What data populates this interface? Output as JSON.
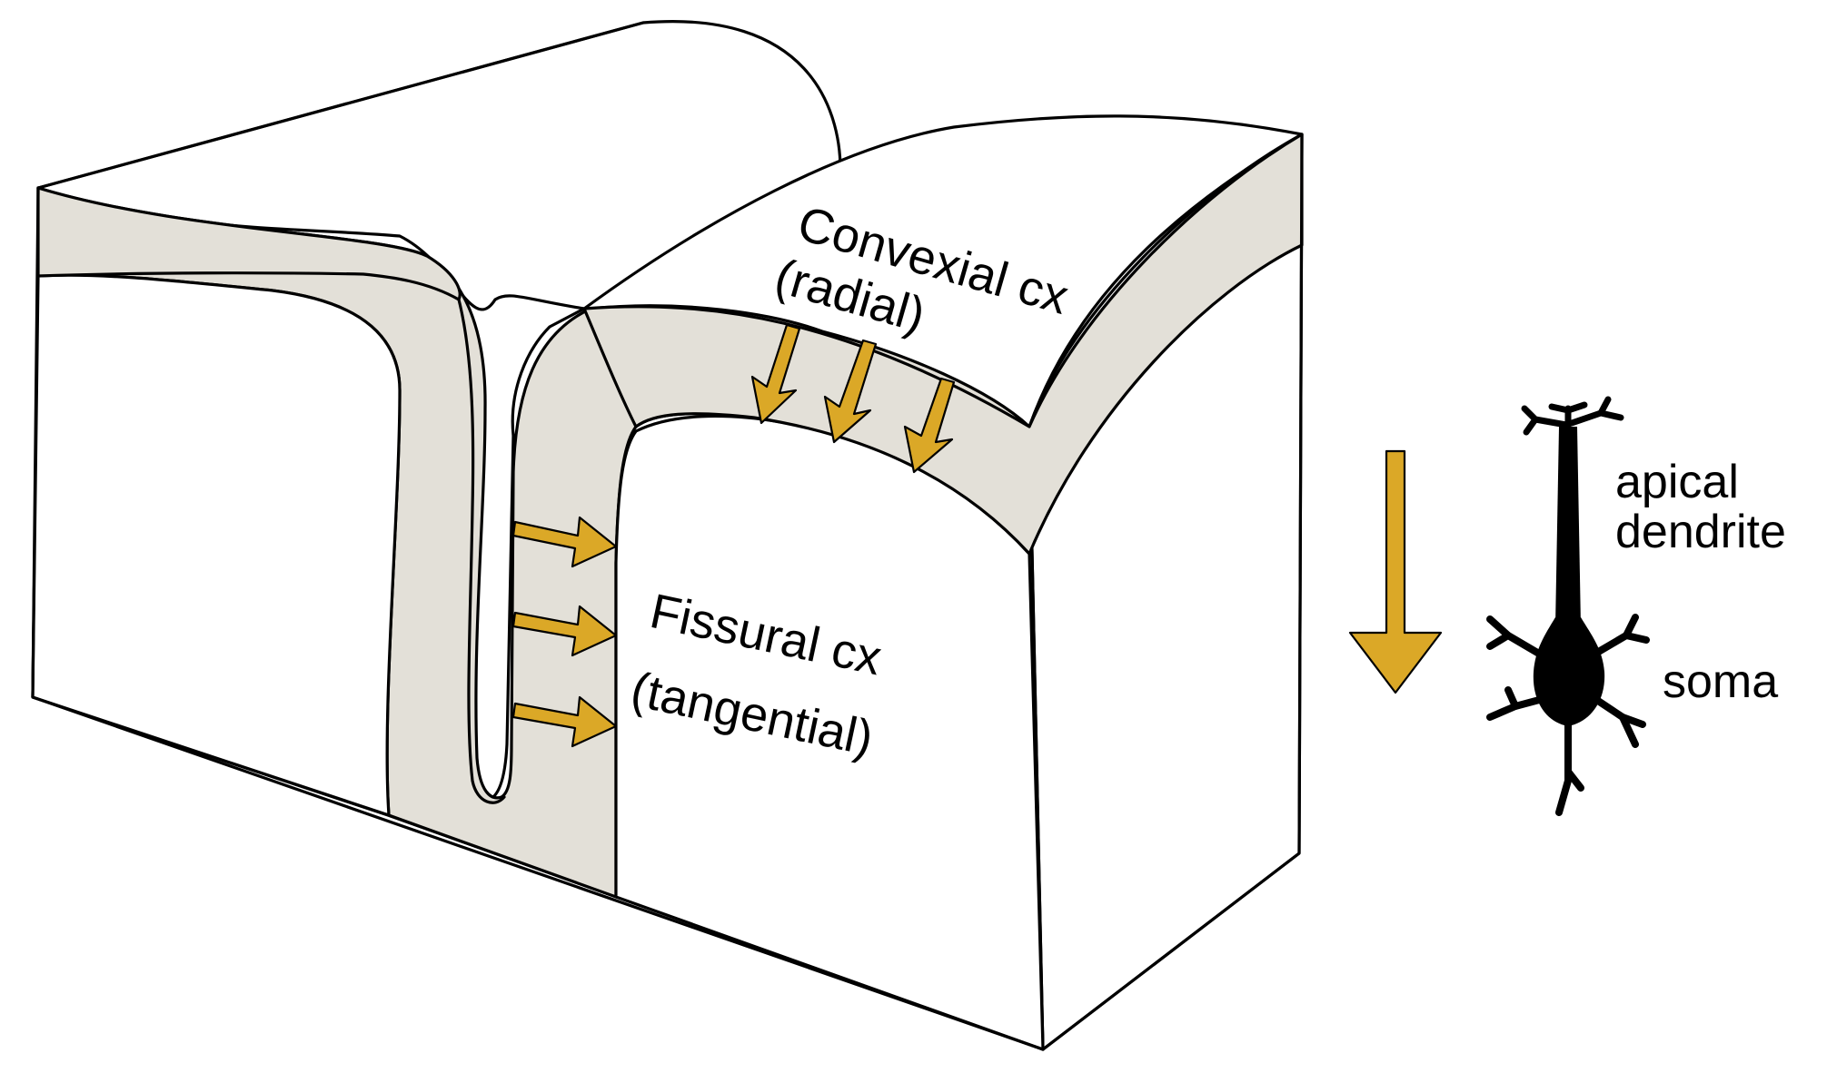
{
  "labels": {
    "convexial_title": "Convexial cx",
    "convexial_sub": "(radial)",
    "fissural_title": "Fissural cx",
    "fissural_sub": "(tangential)",
    "apical_line1": "apical",
    "apical_line2": "dendrite",
    "soma": "soma"
  },
  "colors": {
    "cortex_fill": "#e3e0d8",
    "white_matter_fill": "#ffffff",
    "arrow": "#dba827",
    "neuron": "#000000",
    "outline": "#000000"
  },
  "arrows": {
    "radial_count": 3,
    "tangential_count": 3,
    "legend_direction": "down"
  },
  "neuron": {
    "type": "pyramidal neuron",
    "parts": [
      "apical dendrite",
      "soma"
    ]
  }
}
